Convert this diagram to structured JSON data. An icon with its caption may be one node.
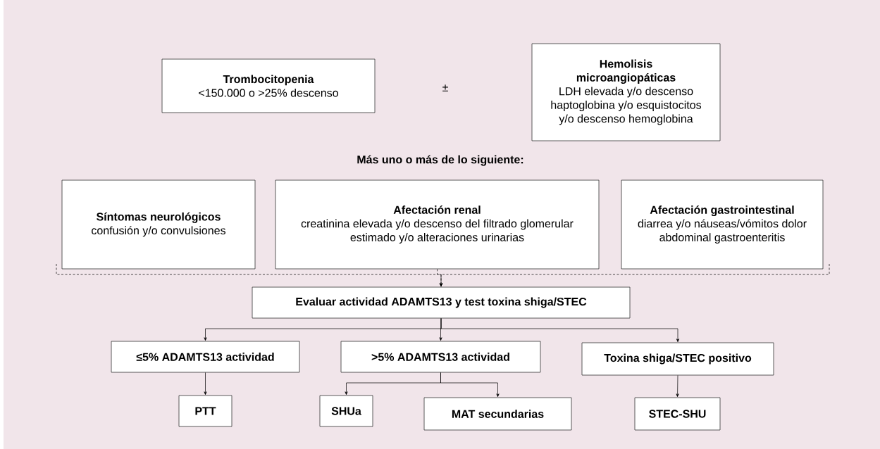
{
  "diagram": {
    "nodes": [
      {
        "text": [
          "Trombocitopenia",
          "<150.000 o >25% descenso"
        ]
      },
      {
        "text": [
          "Hemolisis microangiopáticas",
          "LDH elevada y/o descenso haptoglobina y/o esquistocitos y/o descenso hemoglobina"
        ]
      },
      {
        "text": [
          "Síntomas neurológicos",
          "confusión y/o convulsiones"
        ]
      },
      {
        "text": [
          "Afectación renal",
          "creatinina elevada y/o descenso del filtrado glomerular estimado y/o alteraciones urinarias"
        ]
      },
      {
        "text": [
          "Afectación gastrointestinal",
          "diarrea y/o náuseas/vómitos dolor abdominal gastroenteritis"
        ]
      },
      {
        "text": [
          "Evaluar actividad ADAMTS13 y test toxina shiga/STEC"
        ]
      },
      {
        "text": [
          "≤5% ADAMTS13 actividad"
        ]
      },
      {
        "text": [
          ">5% ADAMTS13 actividad"
        ]
      },
      {
        "text": [
          "Toxina shiga/STEC positivo"
        ]
      },
      {
        "text": [
          "PTT"
        ]
      },
      {
        "text": [
          "SHUa"
        ]
      },
      {
        "text": [
          "MAT secundarias"
        ]
      },
      {
        "text": [
          "STEC-SHU"
        ]
      }
    ],
    "edges": [
      {
        "from": 2,
        "to": 5,
        "arrow": "to",
        "style": "dashed"
      },
      {
        "from": 3,
        "to": 5,
        "arrow": "to",
        "style": "dashed"
      },
      {
        "from": 4,
        "to": 5,
        "arrow": "to",
        "style": "dashed"
      },
      {
        "from": 5,
        "to": 6,
        "arrow": "to"
      },
      {
        "from": 5,
        "to": 7,
        "arrow": "to"
      },
      {
        "from": 5,
        "to": 8,
        "arrow": "to"
      },
      {
        "from": 6,
        "to": 9,
        "arrow": "to"
      },
      {
        "from": 7,
        "to": 10,
        "arrow": "to"
      },
      {
        "from": 7,
        "to": 11,
        "arrow": "to"
      },
      {
        "from": 8,
        "to": 12,
        "arrow": "to"
      }
    ],
    "labels": [
      "±",
      "Más uno o más de lo siguiente:"
    ]
  }
}
